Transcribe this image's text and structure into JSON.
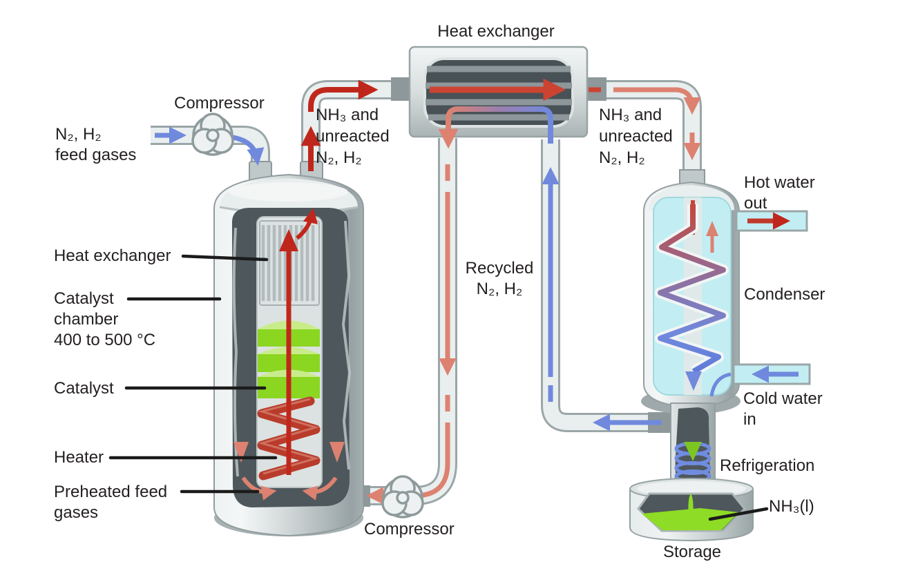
{
  "labels": {
    "feed_gases": "N₂, H₂\nfeed gases",
    "compressor_top": "Compressor",
    "product_left": "NH₃ and\nunreacted\nN₂, H₂",
    "heat_exchanger_title": "Heat exchanger",
    "product_right": "NH₃ and\nunreacted\nN₂, H₂",
    "hot_water_out": "Hot water\nout",
    "condenser": "Condenser",
    "cold_water_in": "Cold water\nin",
    "refrigeration": "Refrigeration",
    "ammonia_liquid": "NH₃(l)",
    "storage": "Storage",
    "recycled": "Recycled\nN₂, H₂",
    "compressor_bottom": "Compressor",
    "heat_exchanger_internal": "Heat exchanger",
    "catalyst_chamber": "Catalyst\nchamber\n400 to 500 °C",
    "catalyst": "Catalyst",
    "heater": "Heater",
    "preheated_feed": "Preheated feed\ngases"
  },
  "colors": {
    "hot_gas": "#c0271c",
    "warm_gas": "#dd8270",
    "cold_gas": "#7089dd",
    "catalyst_green": "#8bd621",
    "liquid_ammonia": "#8edc25",
    "coolant_water": "#c2eef3",
    "vessel_dark": "#4e575c",
    "pipe_fill": "#e9eeee",
    "pipe_stroke": "#9aa6a7",
    "text": "#231f20"
  }
}
